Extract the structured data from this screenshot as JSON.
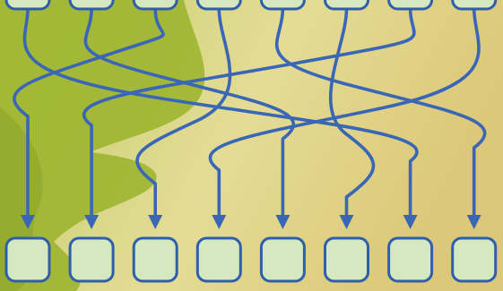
{
  "diagram": {
    "kind": "permutation-wiring",
    "node_count": 8,
    "colors": {
      "background_warm": "#dcc878",
      "background_light": "#e4dc96",
      "background_green": "#c2cd6a",
      "leaf_shape": "#9db530",
      "leaf_shadow": "#8aa228",
      "node_fill": "#d6e8c0",
      "node_stroke": "#2e5faa",
      "wire": "#3a66b6"
    },
    "top_nodes": [
      {
        "id": "t1",
        "icon": "rounded-square-node"
      },
      {
        "id": "t2",
        "icon": "rounded-square-node"
      },
      {
        "id": "t3",
        "icon": "rounded-square-node"
      },
      {
        "id": "t4",
        "icon": "rounded-square-node"
      },
      {
        "id": "t5",
        "icon": "rounded-square-node"
      },
      {
        "id": "t6",
        "icon": "rounded-square-node"
      },
      {
        "id": "t7",
        "icon": "rounded-square-node"
      },
      {
        "id": "t8",
        "icon": "rounded-square-node"
      }
    ],
    "bottom_nodes": [
      {
        "id": "b1",
        "icon": "rounded-square-node"
      },
      {
        "id": "b2",
        "icon": "rounded-square-node"
      },
      {
        "id": "b3",
        "icon": "rounded-square-node"
      },
      {
        "id": "b4",
        "icon": "rounded-square-node"
      },
      {
        "id": "b5",
        "icon": "rounded-square-node"
      },
      {
        "id": "b6",
        "icon": "rounded-square-node"
      },
      {
        "id": "b7",
        "icon": "rounded-square-node"
      },
      {
        "id": "b8",
        "icon": "rounded-square-node"
      }
    ],
    "connections": [
      {
        "from": "t1",
        "to": "b7"
      },
      {
        "from": "t2",
        "to": "b5"
      },
      {
        "from": "t3",
        "to": "b1"
      },
      {
        "from": "t4",
        "to": "b3"
      },
      {
        "from": "t5",
        "to": "b8"
      },
      {
        "from": "t6",
        "to": "b6"
      },
      {
        "from": "t7",
        "to": "b2"
      },
      {
        "from": "t8",
        "to": "b4"
      }
    ]
  }
}
